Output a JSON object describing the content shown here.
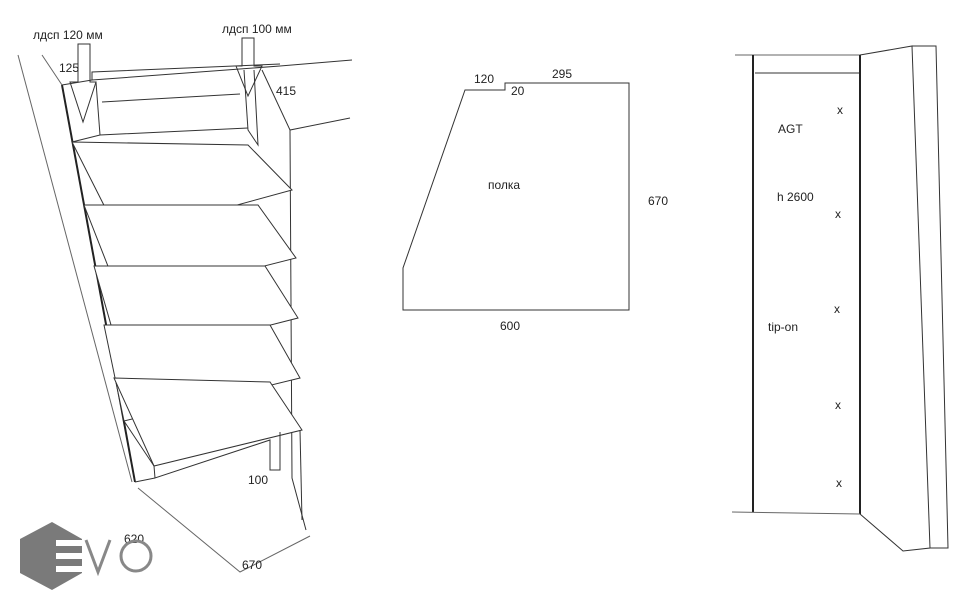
{
  "cabinet_view": {
    "label_left_board": "лдсп 120 мм",
    "label_right_board": "лдсп 100 мм",
    "dim_125": "125",
    "dim_415": "415",
    "dim_100": "100",
    "dim_620": "620",
    "dim_670": "670"
  },
  "shelf_plan": {
    "dim_120": "120",
    "dim_20": "20",
    "dim_295": "295",
    "label": "полка",
    "dim_670": "670",
    "dim_600": "600"
  },
  "front_view": {
    "label_agt": "AGT",
    "label_height": "h 2600",
    "label_tipon": "tip-on",
    "marker": "x"
  },
  "logo": {
    "text": "EVO",
    "color": "#7a7a7a"
  }
}
